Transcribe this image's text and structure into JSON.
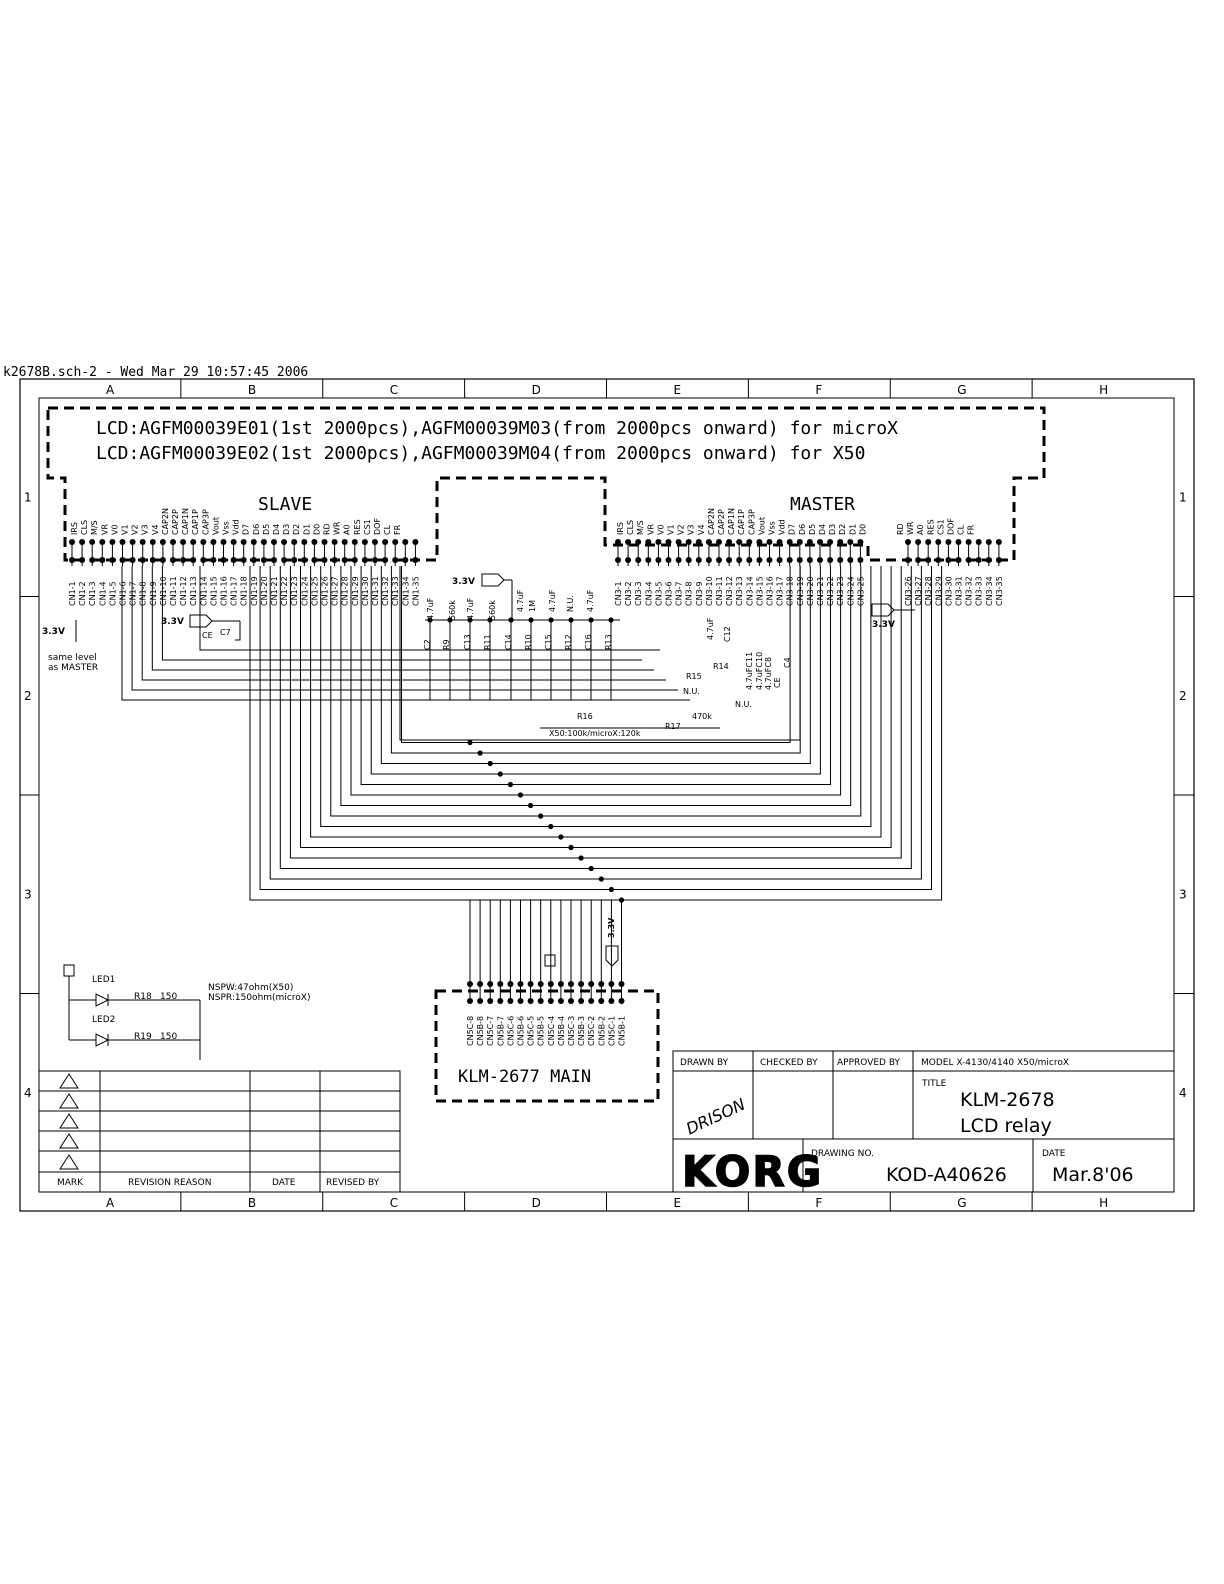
{
  "file_header": "k2678B.sch-2 - Wed Mar 29 10:57:45 2006",
  "columns": [
    "A",
    "B",
    "C",
    "D",
    "E",
    "F",
    "G",
    "H"
  ],
  "rows": [
    "1",
    "2",
    "3",
    "4"
  ],
  "lcd_notes": [
    "LCD:AGFM00039E01(1st 2000pcs),AGFM00039M03(from 2000pcs onward) for microX",
    "LCD:AGFM00039E02(1st 2000pcs),AGFM00039M04(from 2000pcs onward) for X50"
  ],
  "slave": {
    "label": "SLAVE",
    "pins": [
      "IRS",
      "CLS",
      "M/S",
      "VR",
      "V0",
      "V1",
      "V2",
      "V3",
      "V4",
      "CAP2N",
      "CAP2P",
      "CAP1N",
      "CAP1P",
      "CAP3P",
      "Vout",
      "Vss",
      "Vdd",
      "D7",
      "D6",
      "D5",
      "D4",
      "D3",
      "D2",
      "D1",
      "D0",
      "RD",
      "WR",
      "A0",
      "RES",
      "CS1",
      "DOF",
      "CL",
      "FR"
    ],
    "conn": [
      "CN1-1",
      "CN1-2",
      "CN1-3",
      "CN1-4",
      "CN1-5",
      "CN1-6",
      "CN1-7",
      "CN1-8",
      "CN1-9",
      "CN1-10",
      "CN1-11",
      "CN1-12",
      "CN1-13",
      "CN1-14",
      "CN1-15",
      "CN1-16",
      "CN1-17",
      "CN1-18",
      "CN1-19",
      "CN1-20",
      "CN1-21",
      "CN1-22",
      "CN1-23",
      "CN1-24",
      "CN1-25",
      "CN1-26",
      "CN1-27",
      "CN1-28",
      "CN1-29",
      "CN1-30",
      "CN1-31",
      "CN1-32",
      "CN1-33",
      "CN1-34",
      "CN1-35"
    ]
  },
  "master": {
    "label": "MASTER",
    "pins": [
      "IRS",
      "CLS",
      "M/S",
      "VR",
      "V0",
      "V1",
      "V2",
      "V3",
      "V4",
      "CAP2N",
      "CAP2P",
      "CAP1N",
      "CAP1P",
      "CAP3P",
      "Vout",
      "Vss",
      "Vdd",
      "D7",
      "D6",
      "D5",
      "D4",
      "D3",
      "D2",
      "D1",
      "D0"
    ],
    "pins_right": [
      "RD",
      "WR",
      "A0",
      "RES",
      "CS1",
      "DOF",
      "CL",
      "FR"
    ],
    "conn": [
      "CN3-1",
      "CN3-2",
      "CN3-3",
      "CN3-4",
      "CN3-5",
      "CN3-6",
      "CN3-7",
      "CN3-8",
      "CN3-9",
      "CN3-10",
      "CN3-11",
      "CN3-12",
      "CN3-13",
      "CN3-14",
      "CN3-15",
      "CN3-16",
      "CN3-17",
      "CN3-18",
      "CN3-19",
      "CN3-20",
      "CN3-21",
      "CN3-22",
      "CN3-23",
      "CN3-24",
      "CN3-25"
    ],
    "conn_right": [
      "CN3-26",
      "CN3-27",
      "CN3-28",
      "CN3-29",
      "CN3-30",
      "CN3-31",
      "CN3-32",
      "CN3-33",
      "CN3-34",
      "CN3-35"
    ]
  },
  "power": {
    "v33": "3.3V",
    "same_level": [
      "same level",
      "as MASTER"
    ]
  },
  "passives": {
    "c2": "C2",
    "c2v": "4.7uF",
    "r9": "R9",
    "r9v": "560k",
    "c13": "C13",
    "c13v": "4.7uF",
    "r11": "R11",
    "r11v": "560k",
    "c14": "C14",
    "c14v": "4.7uF",
    "r10": "R10",
    "r10v": "1M",
    "c15": "C15",
    "c15v": "4.7uF",
    "r12": "R12",
    "r12v": "N.U.",
    "c16": "C16",
    "c16v": "4.7uF",
    "r13": "R13",
    "c12": "C12",
    "c12v": "4.7uF",
    "c11": "4.7uFC11",
    "c10": "4.7uFC10",
    "c8": "4.7uFC8",
    "c4": "C4",
    "ce": "CE",
    "c7": "C7",
    "r14": "R14",
    "r15": "R15",
    "nu": "N.U.",
    "r16": "R16",
    "r17": "R17",
    "r17v": "470k",
    "r16v": "X50:100k/microX:120k"
  },
  "led": {
    "led1": "LED1",
    "led2": "LED2",
    "r18": "R18",
    "r18v": "150",
    "r19": "R19",
    "r19v": "150",
    "note1": "NSPW:47ohm(X50)",
    "note2": "NSPR:150ohm(microX)"
  },
  "main_board": {
    "label": "KLM-2677 MAIN",
    "pins": [
      "CN5C-8",
      "CN5B-8",
      "CN5C-7",
      "CN5B-7",
      "CN5C-6",
      "CN5B-6",
      "CN5C-5",
      "CN5B-5",
      "CN5C-4",
      "CN5B-4",
      "CN5C-3",
      "CN5B-3",
      "CN5C-2",
      "CN5B-2",
      "CN5C-1",
      "CN5B-1"
    ]
  },
  "revision": {
    "mark": "MARK",
    "reason": "REVISION REASON",
    "date": "DATE",
    "revised_by": "REVISED BY"
  },
  "title_block": {
    "drawn_by": "DRAWN BY",
    "checked_by": "CHECKED BY",
    "approved_by": "APPROVED BY",
    "model": "MODEL  X-4130/4140 X50/microX",
    "title_label": "TITLE",
    "title1": "KLM-2678",
    "title2": "LCD relay",
    "drawing_no_label": "DRAWING NO.",
    "drawing_no": "KOD-A40626",
    "date_label": "DATE",
    "date": "Mar.8'06",
    "logo": "KORG",
    "signature": "DRISON"
  }
}
